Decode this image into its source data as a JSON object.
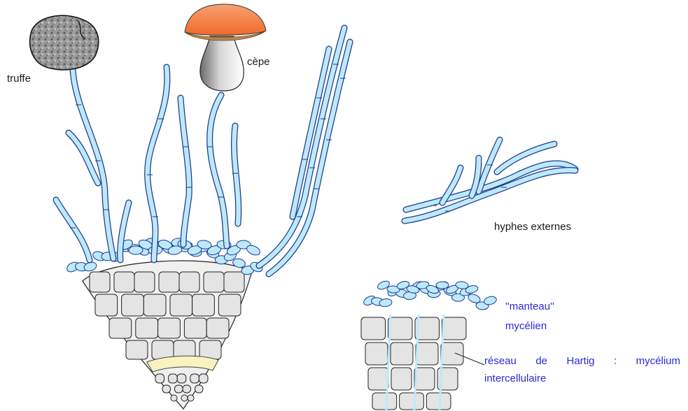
{
  "labels": {
    "truffe": "truffe",
    "cepe": "cèpe",
    "hyphes_externes": "hyphes externes",
    "manteau_line1": "''manteau''",
    "manteau_line2": "mycélien",
    "hartig_line1": "réseau de Hartig : mycélium",
    "hartig_line2": "intercellulaire"
  },
  "colors": {
    "hyphae_fill": "#bde9fb",
    "hyphae_stroke": "#1a3a8c",
    "root_cell_fill": "#e4e4e4",
    "root_cell_stroke": "#222222",
    "endodermis_fill": "#f8f3bf",
    "cap_orange": "#f47a3a",
    "gills_brown": "#b8864e",
    "truffle_grey": "#8e8e8e",
    "label_blue": "#2a2ad8"
  }
}
